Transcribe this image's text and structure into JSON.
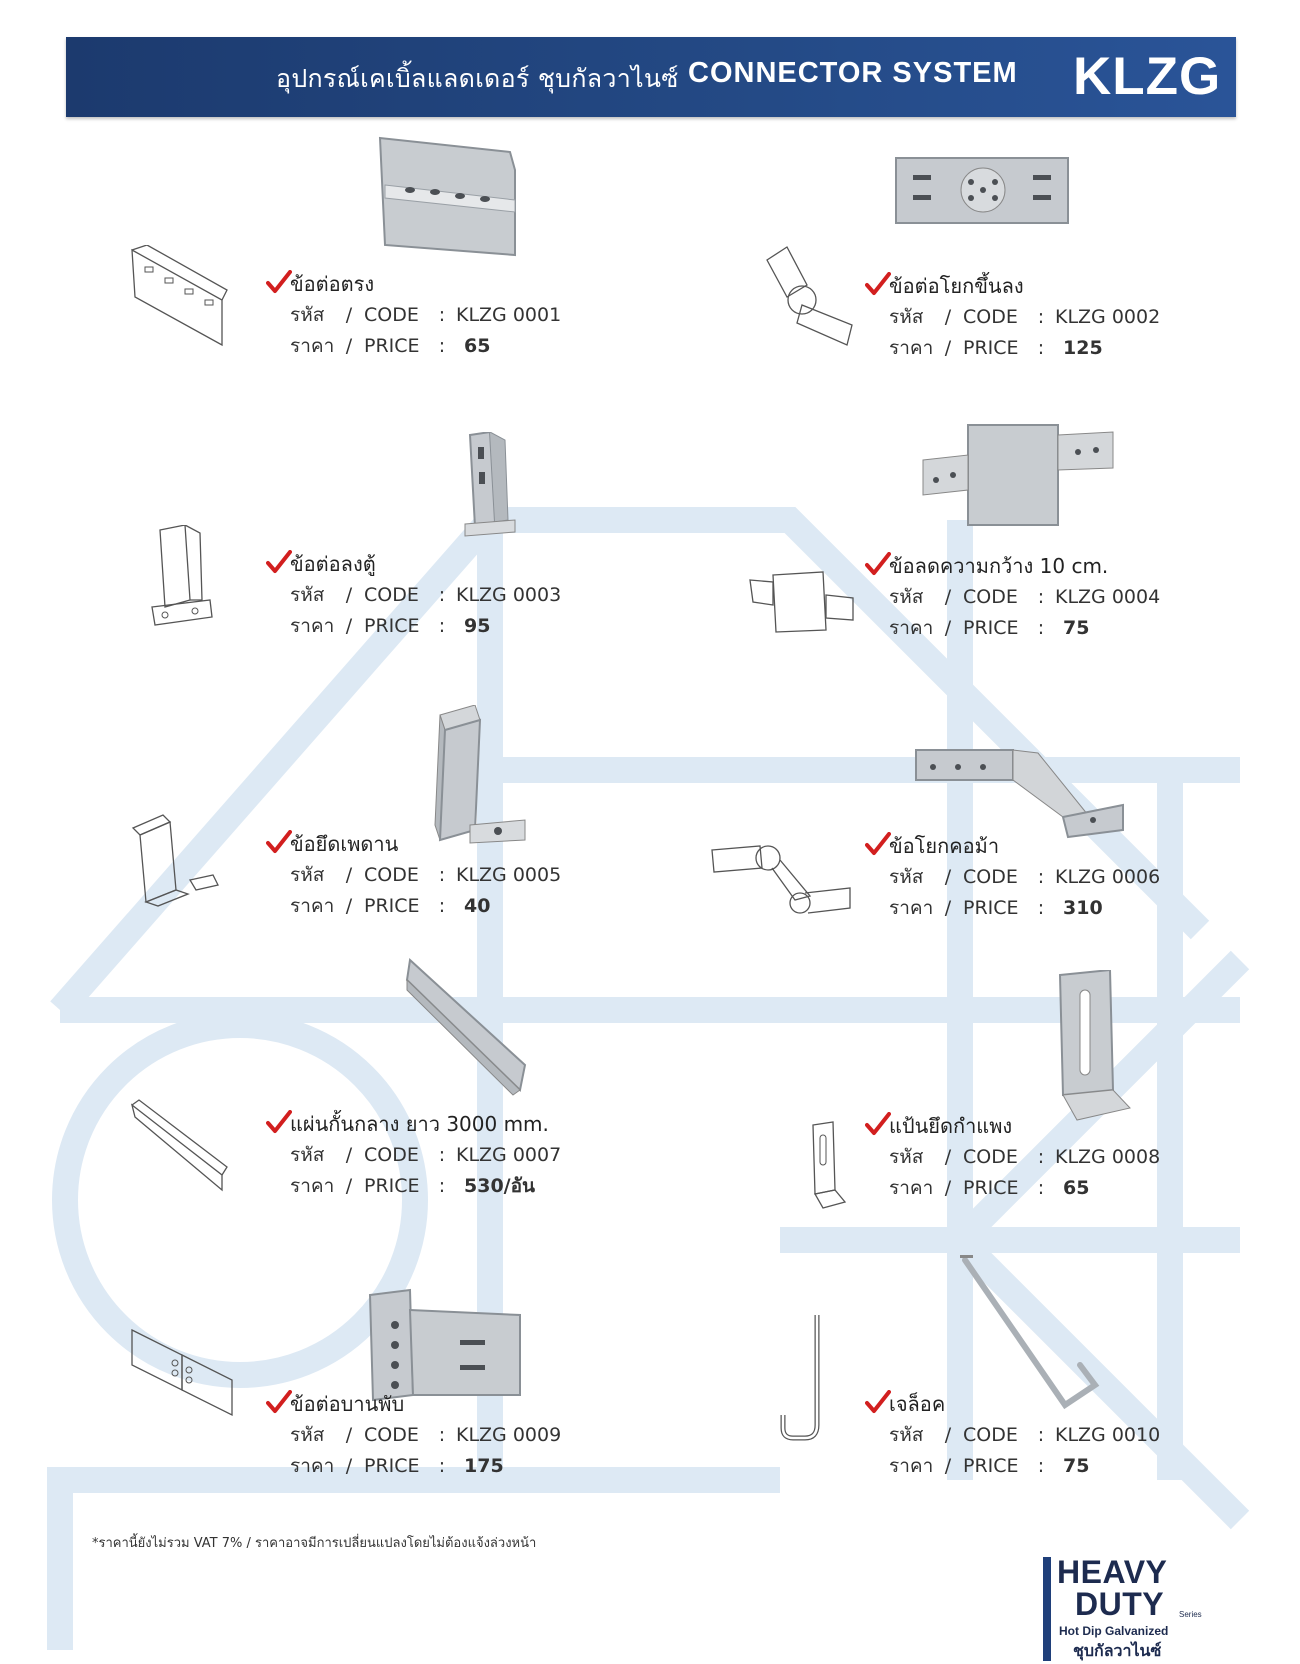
{
  "header": {
    "thai_title": "อุปกรณ์เคเบิ้ลแลดเดอร์ ชุบกัลวาไนซ์",
    "system": "CONNECTOR SYSTEM",
    "brand": "KLZG"
  },
  "labels": {
    "code_thai": "รหัส",
    "code_en": "CODE",
    "price_thai": "ราคา",
    "price_en": "PRICE",
    "slash": "/",
    "colon": ":"
  },
  "products": [
    {
      "name": "ข้อต่อตรง",
      "code": "KLZG 0001",
      "price": "65"
    },
    {
      "name": "ข้อต่อโยกขึ้นลง",
      "code": "KLZG 0002",
      "price": "125"
    },
    {
      "name": "ข้อต่อลงตู้",
      "code": "KLZG 0003",
      "price": "95"
    },
    {
      "name": "ข้อลดความกว้าง 10 cm.",
      "code": "KLZG 0004",
      "price": "75"
    },
    {
      "name": "ข้อยึดเพดาน",
      "code": "KLZG 0005",
      "price": "40"
    },
    {
      "name": "ข้อโยกคอม้า",
      "code": "KLZG 0006",
      "price": "310"
    },
    {
      "name": "แผ่นกั้นกลาง ยาว 3000 mm.",
      "code": "KLZG 0007",
      "price": "530/อัน"
    },
    {
      "name": "แป้นยึดกำแพง",
      "code": "KLZG 0008",
      "price": "65"
    },
    {
      "name": "ข้อต่อบานพับ",
      "code": "KLZG 0009",
      "price": "175"
    },
    {
      "name": "เจล็อค",
      "code": "KLZG 0010",
      "price": "75"
    }
  ],
  "footnote": "*ราคานี้ยังไม่รวม VAT 7% / ราคาอาจมีการเปลี่ยนแปลงโดยไม่ต้องแจ้งล่วงหน้า",
  "logo": {
    "line1": "HEAVY",
    "line2": "DUTY",
    "series": "Series",
    "line3": "Hot Dip Galvanized",
    "line4": "ชุบกัลวาไนซ์"
  },
  "colors": {
    "header_bg": "#1c3a6e",
    "check": "#d21f1f",
    "background_graphic": "#dbe8f3"
  }
}
